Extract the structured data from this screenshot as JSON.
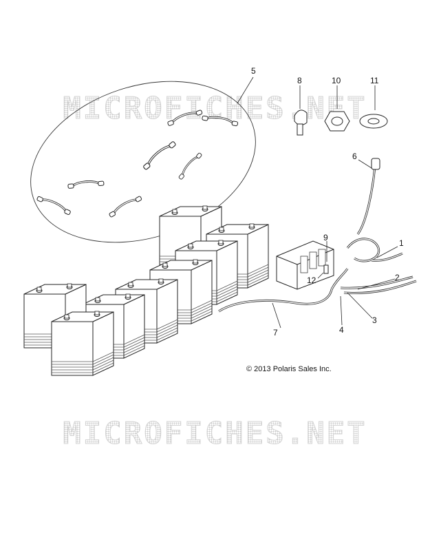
{
  "watermark": {
    "text": "MICROFICHES.NET"
  },
  "copyright": "© 2013 Polaris Sales Inc.",
  "callouts": {
    "c1": "1",
    "c2": "2",
    "c3": "3",
    "c4": "4",
    "c5": "5",
    "c6": "6",
    "c7": "7",
    "c8": "8",
    "c9": "9",
    "c10": "10",
    "c11": "11",
    "c12": "12"
  },
  "colors": {
    "line": "#222222",
    "watermark": "#cccccc",
    "battery_fill": "#ffffff",
    "battery_band": "#555555"
  }
}
